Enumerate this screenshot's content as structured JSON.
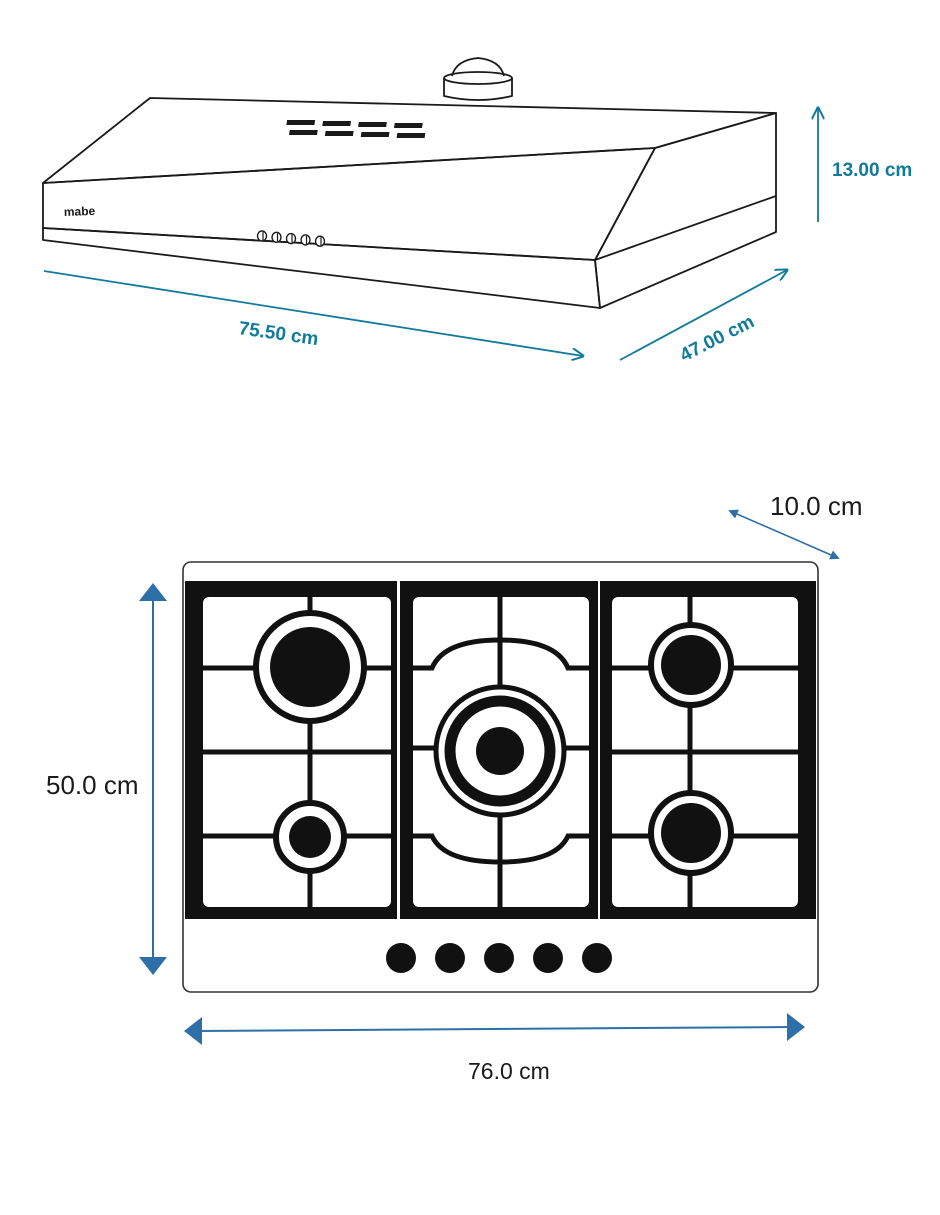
{
  "hood": {
    "brand": "mabe",
    "dims": {
      "height": "13.00 cm",
      "width": "75.50 cm",
      "depth": "47.00 cm"
    },
    "knob_count": 5
  },
  "cooktop": {
    "dims": {
      "depth": "10.0 cm",
      "height": "50.0 cm",
      "width": "76.0 cm"
    },
    "burner_count": 5,
    "knob_count": 5
  },
  "colors": {
    "dimension_teal": "#127a9a",
    "dimension_blue": "#2f6fa8",
    "line": "#1a1a1a",
    "fill_dark": "#111111"
  }
}
